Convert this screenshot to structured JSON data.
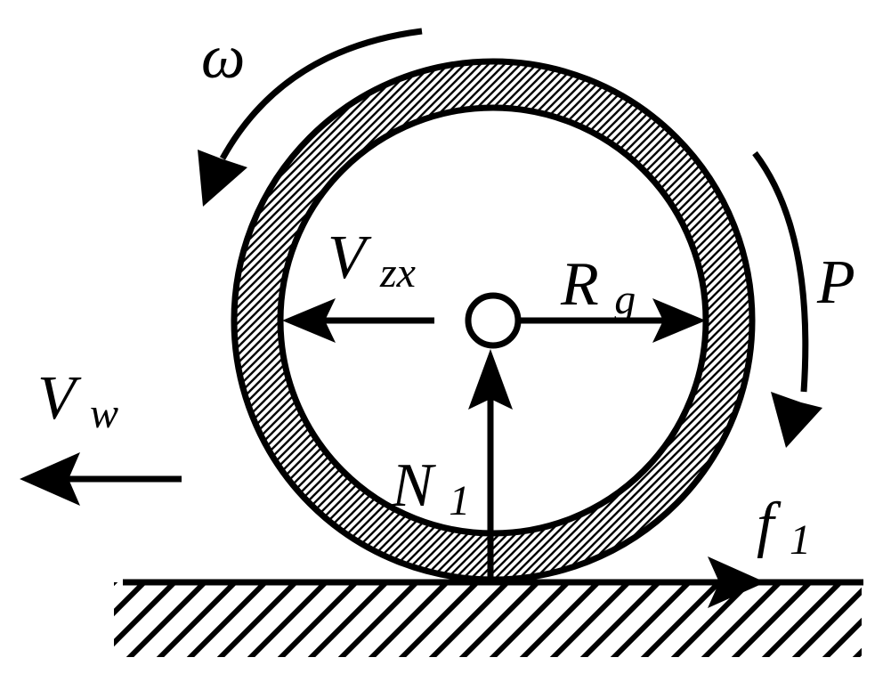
{
  "labels": {
    "omega": "ω",
    "p": "P",
    "v_zx": {
      "main": "V",
      "sub": "zx"
    },
    "r_g": {
      "main": "R",
      "sub": "g"
    },
    "v_w": {
      "main": "V",
      "sub": "w"
    },
    "n_1": {
      "main": "N",
      "sub": "1"
    },
    "f_1": {
      "main": "f",
      "sub": "1"
    }
  },
  "colors": {
    "ink": "#000000",
    "paper": "#ffffff"
  }
}
